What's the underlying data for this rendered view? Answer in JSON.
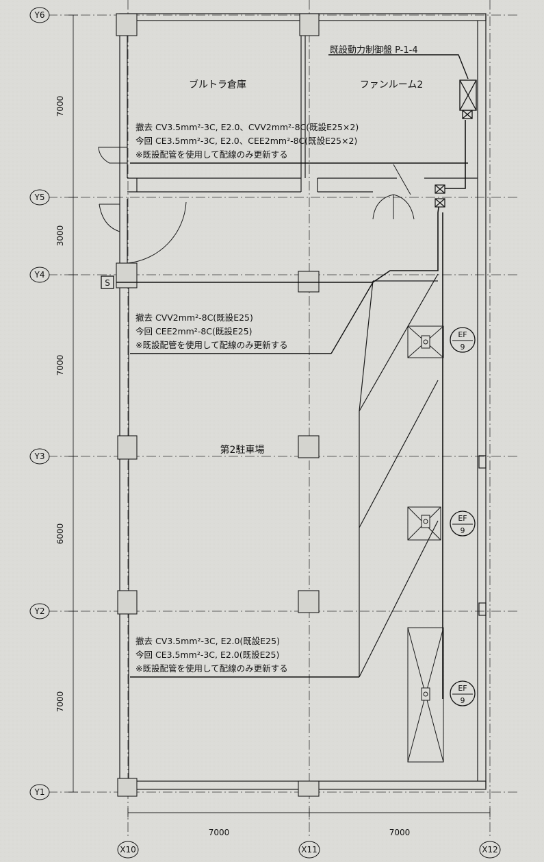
{
  "grid": {
    "rows": [
      "Y6",
      "Y5",
      "Y4",
      "Y3",
      "Y2",
      "Y1"
    ],
    "cols": [
      "X10",
      "X11",
      "X12"
    ],
    "row_dims": [
      "7000",
      "3000",
      "7000",
      "6000",
      "7000"
    ],
    "col_dims": [
      "7000",
      "7000"
    ]
  },
  "rooms": {
    "storage": "ブルトラ倉庫",
    "fan_room": "ファンルーム2",
    "parking": "第2駐車場"
  },
  "panel_label": "既設動力制御盤 P-1-4",
  "switch_label": "S",
  "note1": {
    "line1": "撤去 CV3.5mm²-3C, E2.0、CVV2mm²-8C(既設E25×2)",
    "line2": "今回 CE3.5mm²-3C, E2.0、CEE2mm²-8C(既設E25×2)",
    "line3": "※既設配管を使用して配線のみ更新する"
  },
  "note2": {
    "line1": "撤去 CVV2mm²-8C(既設E25)",
    "line2": "今回 CEE2mm²-8C(既設E25)",
    "line3": "※既設配管を使用して配線のみ更新する"
  },
  "note3": {
    "line1": "撤去 CV3.5mm²-3C, E2.0(既設E25)",
    "line2": "今回 CE3.5mm²-3C, E2.0(既設E25)",
    "line3": "※既設配管を使用して配線のみ更新する"
  },
  "fans": [
    {
      "top": "EF",
      "bottom": "9"
    },
    {
      "top": "EF",
      "bottom": "9"
    },
    {
      "top": "EF",
      "bottom": "9"
    }
  ],
  "colors": {
    "ink": "#1a1a1a",
    "paper": "#dcdcd8"
  }
}
